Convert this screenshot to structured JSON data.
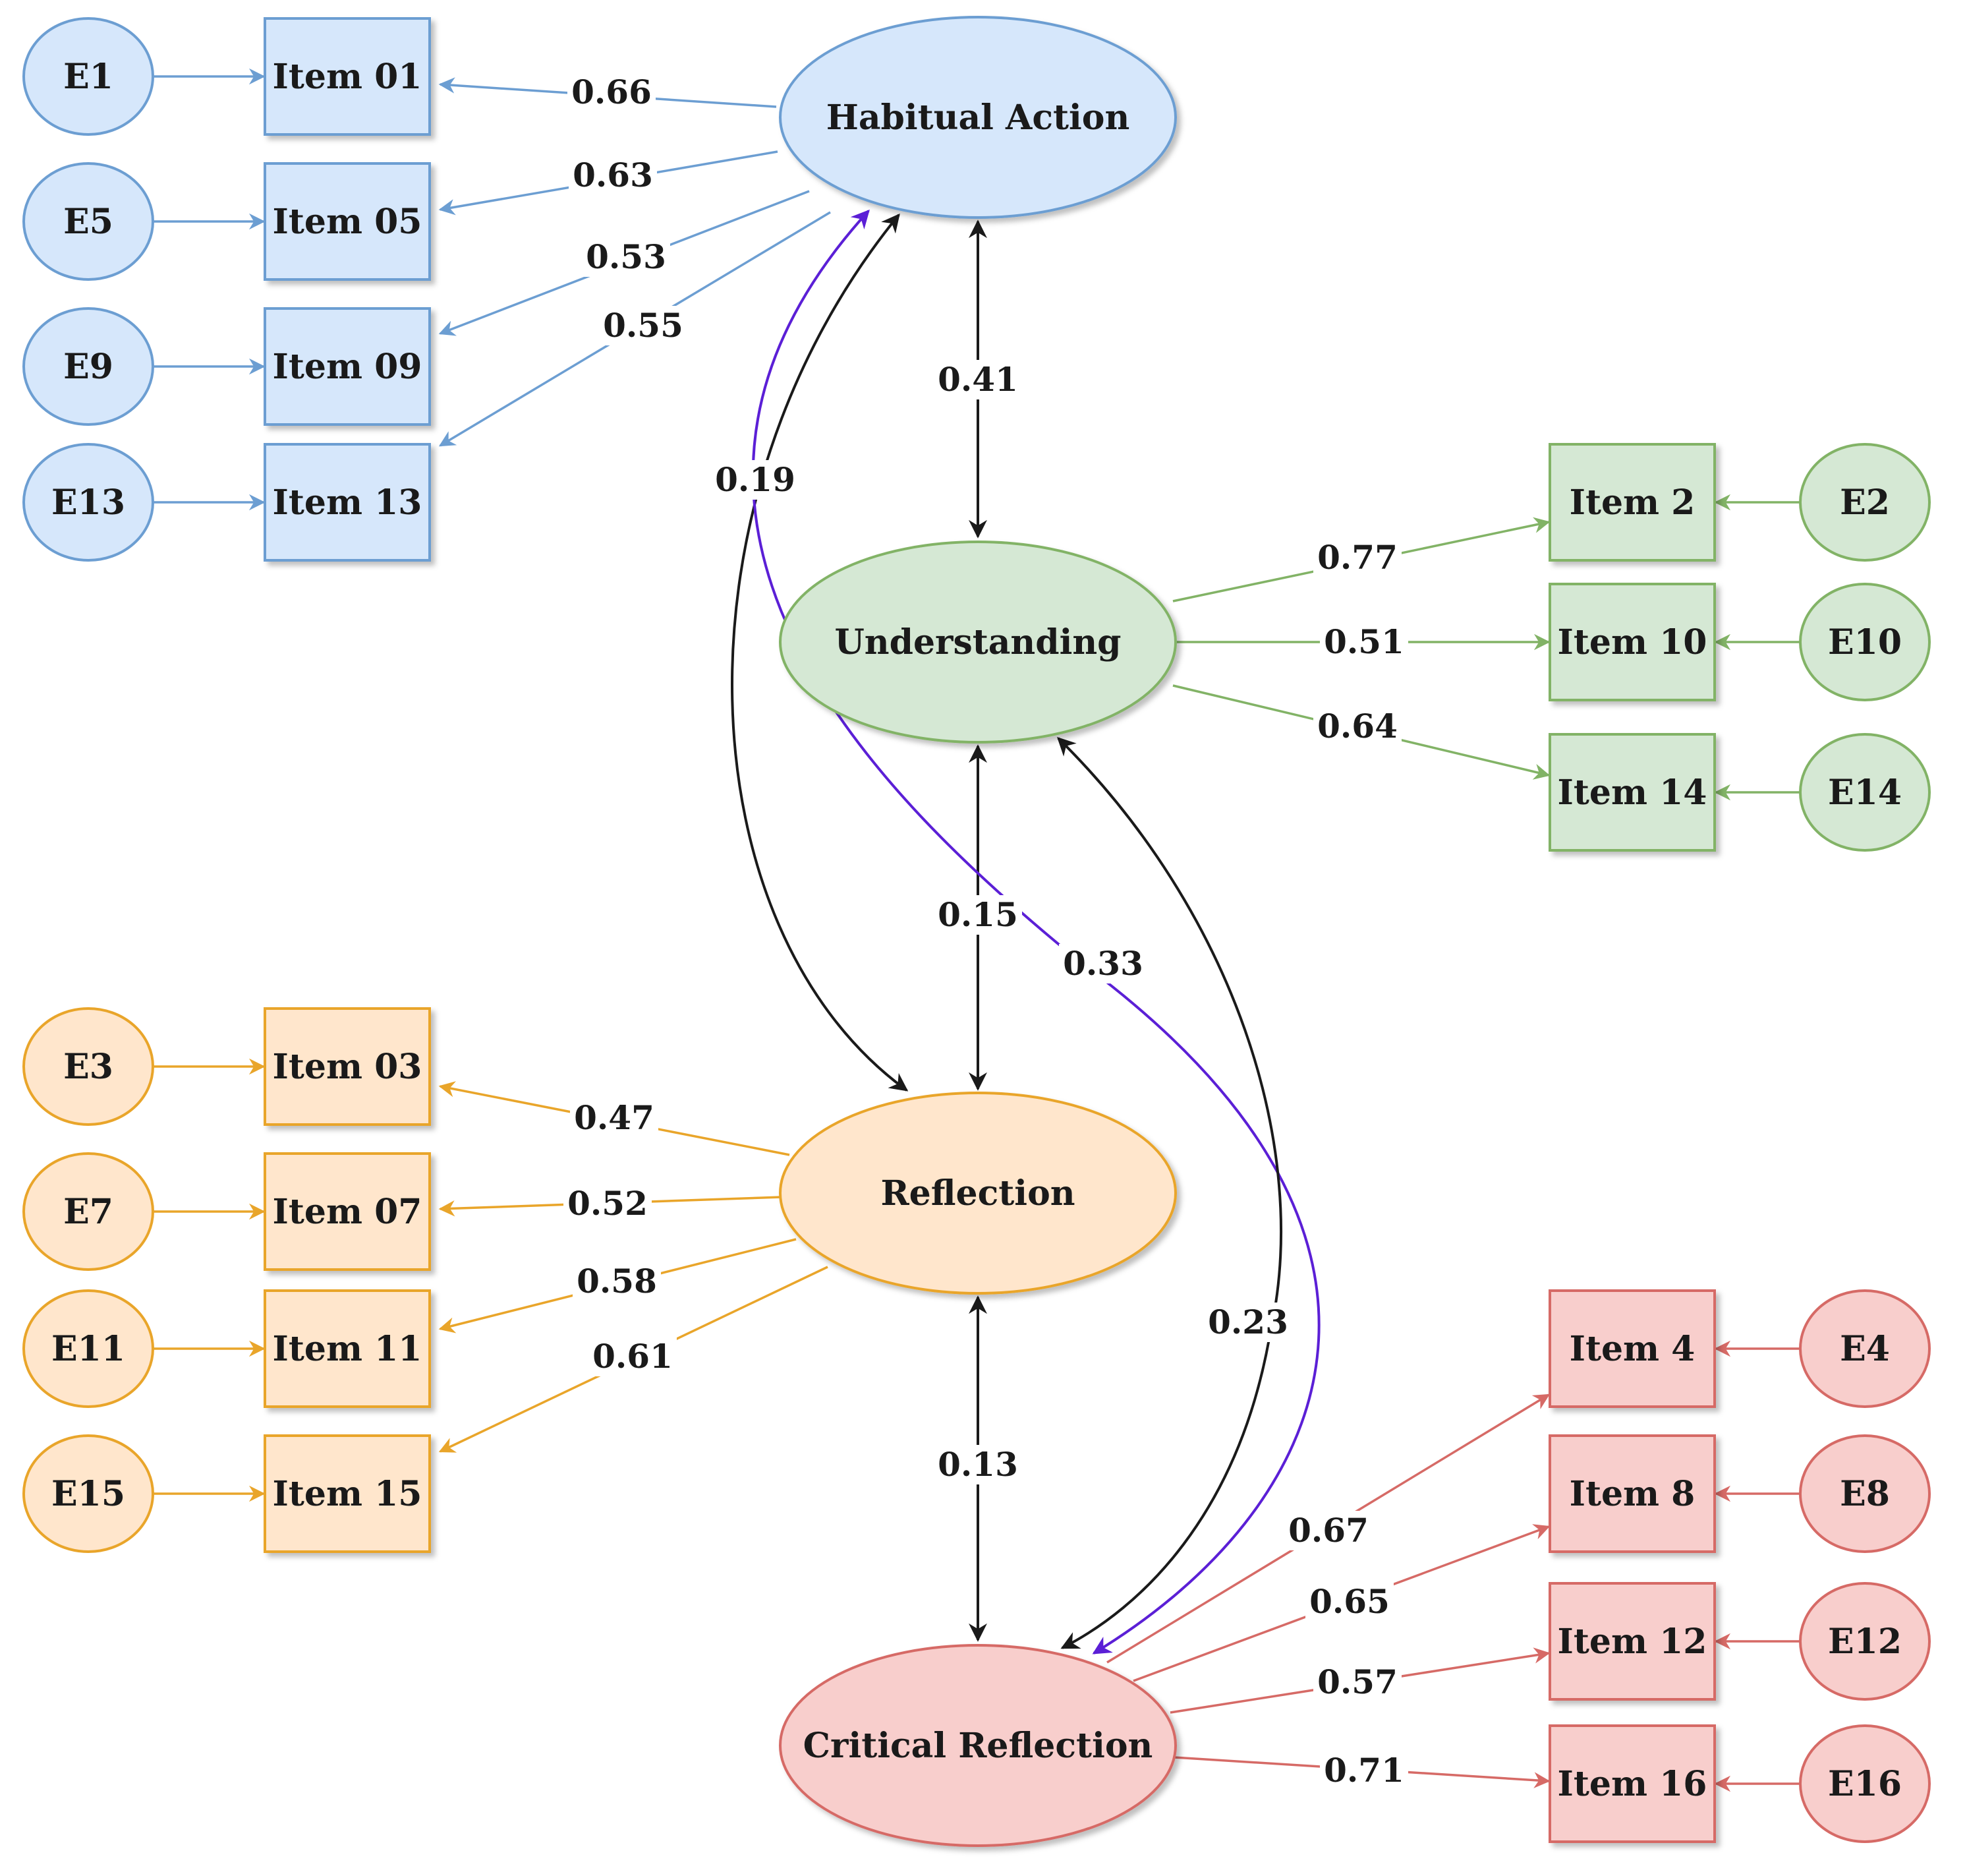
{
  "palette": {
    "blue": {
      "fill": "#d6e7fb",
      "stroke": "#6c9ed2",
      "arrow": "#6c9ed2"
    },
    "green": {
      "fill": "#d5e8d4",
      "stroke": "#82b366",
      "arrow": "#82b366"
    },
    "orange": {
      "fill": "#ffe6cc",
      "stroke": "#e9a52a",
      "arrow": "#e9a52a"
    },
    "red": {
      "fill": "#f8cecc",
      "stroke": "#d66a66",
      "arrow": "#d66a66"
    },
    "black": "#1a1a1a",
    "purple": "#5b1fd6"
  },
  "latent": [
    {
      "id": "ha",
      "label": "Habitual Action",
      "color": "blue"
    },
    {
      "id": "un",
      "label": "Understanding",
      "color": "green"
    },
    {
      "id": "re",
      "label": "Reflection",
      "color": "orange"
    },
    {
      "id": "cr",
      "label": "Critical Reflection",
      "color": "red"
    }
  ],
  "items": [
    {
      "id": "i01",
      "label": "Item 01",
      "color": "blue"
    },
    {
      "id": "i05",
      "label": "Item 05",
      "color": "blue"
    },
    {
      "id": "i09",
      "label": "Item 09",
      "color": "blue"
    },
    {
      "id": "i13",
      "label": "Item 13",
      "color": "blue"
    },
    {
      "id": "i2",
      "label": "Item 2",
      "color": "green"
    },
    {
      "id": "i10",
      "label": "Item 10",
      "color": "green"
    },
    {
      "id": "i14",
      "label": "Item 14",
      "color": "green"
    },
    {
      "id": "i03",
      "label": "Item 03",
      "color": "orange"
    },
    {
      "id": "i07",
      "label": "Item 07",
      "color": "orange"
    },
    {
      "id": "i11",
      "label": "Item 11",
      "color": "orange"
    },
    {
      "id": "i15",
      "label": "Item 15",
      "color": "orange"
    },
    {
      "id": "i4",
      "label": "Item 4",
      "color": "red"
    },
    {
      "id": "i8",
      "label": "Item 8",
      "color": "red"
    },
    {
      "id": "i12",
      "label": "Item 12",
      "color": "red"
    },
    {
      "id": "i16",
      "label": "Item 16",
      "color": "red"
    }
  ],
  "errors": [
    {
      "id": "e1",
      "label": "E1",
      "color": "blue",
      "item": "i01"
    },
    {
      "id": "e5",
      "label": "E5",
      "color": "blue",
      "item": "i05"
    },
    {
      "id": "e9",
      "label": "E9",
      "color": "blue",
      "item": "i09"
    },
    {
      "id": "e13",
      "label": "E13",
      "color": "blue",
      "item": "i13"
    },
    {
      "id": "e2",
      "label": "E2",
      "color": "green",
      "item": "i2"
    },
    {
      "id": "e10",
      "label": "E10",
      "color": "green",
      "item": "i10"
    },
    {
      "id": "e14",
      "label": "E14",
      "color": "green",
      "item": "i14"
    },
    {
      "id": "e3",
      "label": "E3",
      "color": "orange",
      "item": "i03"
    },
    {
      "id": "e7",
      "label": "E7",
      "color": "orange",
      "item": "i07"
    },
    {
      "id": "e11",
      "label": "E11",
      "color": "orange",
      "item": "i11"
    },
    {
      "id": "e15",
      "label": "E15",
      "color": "orange",
      "item": "i15"
    },
    {
      "id": "e4",
      "label": "E4",
      "color": "red",
      "item": "i4"
    },
    {
      "id": "e8",
      "label": "E8",
      "color": "red",
      "item": "i8"
    },
    {
      "id": "e12",
      "label": "E12",
      "color": "red",
      "item": "i12"
    },
    {
      "id": "e16",
      "label": "E16",
      "color": "red",
      "item": "i16"
    }
  ],
  "loadings": [
    {
      "from": "ha",
      "to": "i01",
      "value": "0.66"
    },
    {
      "from": "ha",
      "to": "i05",
      "value": "0.63"
    },
    {
      "from": "ha",
      "to": "i09",
      "value": "0.53"
    },
    {
      "from": "ha",
      "to": "i13",
      "value": "0.55"
    },
    {
      "from": "un",
      "to": "i2",
      "value": "0.77"
    },
    {
      "from": "un",
      "to": "i10",
      "value": "0.51"
    },
    {
      "from": "un",
      "to": "i14",
      "value": "0.64"
    },
    {
      "from": "re",
      "to": "i03",
      "value": "0.47"
    },
    {
      "from": "re",
      "to": "i07",
      "value": "0.52"
    },
    {
      "from": "re",
      "to": "i11",
      "value": "0.58"
    },
    {
      "from": "re",
      "to": "i15",
      "value": "0.61"
    },
    {
      "from": "cr",
      "to": "i4",
      "value": "0.67"
    },
    {
      "from": "cr",
      "to": "i8",
      "value": "0.65"
    },
    {
      "from": "cr",
      "to": "i12",
      "value": "0.57"
    },
    {
      "from": "cr",
      "to": "i16",
      "value": "0.71"
    }
  ],
  "correlations": [
    {
      "a": "ha",
      "b": "un",
      "value": "0.41",
      "color": "black"
    },
    {
      "a": "ha",
      "b": "re",
      "value": "0.19",
      "color": "black"
    },
    {
      "a": "un",
      "b": "re",
      "value": "0.15",
      "color": "black"
    },
    {
      "a": "ha",
      "b": "cr",
      "value": "0.33",
      "color": "purple"
    },
    {
      "a": "un",
      "b": "cr",
      "value": "0.23",
      "color": "black"
    },
    {
      "a": "re",
      "b": "cr",
      "value": "0.13",
      "color": "black"
    }
  ]
}
